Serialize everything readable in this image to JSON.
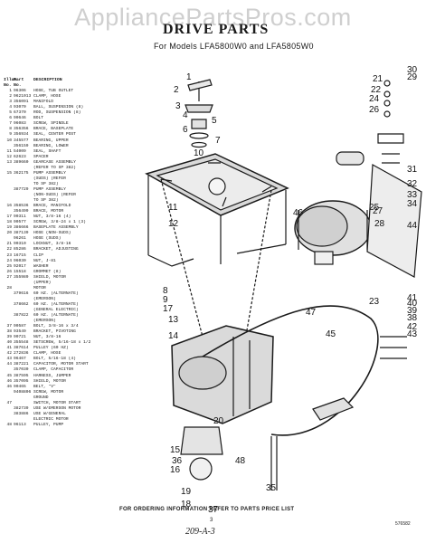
{
  "watermark": "AppliancePartsPros.com",
  "title": "DRIVE PARTS",
  "subtitle": "For Models LFA5800W0 and LFA5805W0",
  "table": {
    "header_no": "Illus. No.",
    "header_part": "Part No.",
    "header_desc": "DESCRIPTION",
    "rows": [
      {
        "no": "1",
        "part": "96306",
        "desc": "HOSE, TUB OUTLET"
      },
      {
        "no": "2",
        "part": "9621013",
        "desc": "CLAMP, HOSE"
      },
      {
        "no": "3",
        "part": "356091",
        "desc": "MANIFOLD"
      },
      {
        "no": "4",
        "part": "93070",
        "desc": "BALL, SUSPENSION (8)"
      },
      {
        "no": "5",
        "part": "67370",
        "desc": "ROD, SUSPENSION (8)"
      },
      {
        "no": "6",
        "part": "90646",
        "desc": "BOLT"
      },
      {
        "no": "7",
        "part": "96083",
        "desc": "SCREW, SPINDLE"
      },
      {
        "no": "8",
        "part": "356356",
        "desc": "BRACE, BASEPLATE"
      },
      {
        "no": "9",
        "part": "356934",
        "desc": "SEAL, CENTER POST"
      },
      {
        "no": "10",
        "part": "345577",
        "desc": "BEARING, UPPER"
      },
      {
        "no": "",
        "part": "356159",
        "desc": "BEARING, LOWER"
      },
      {
        "no": "11",
        "part": "54009",
        "desc": "SEAL, SHAFT"
      },
      {
        "no": "12",
        "part": "62623",
        "desc": "SPACER"
      },
      {
        "no": "13",
        "part": "389660",
        "desc": "GEARCASE ASSEMBLY"
      },
      {
        "no": "",
        "part": "",
        "desc": "(REFER TO SP 382)"
      },
      {
        "no": "15",
        "part": "362175",
        "desc": "PUMP ASSEMBLY"
      },
      {
        "no": "",
        "part": "",
        "desc": "(SUDS) (REFER"
      },
      {
        "no": "",
        "part": "",
        "desc": "TO SP 382)"
      },
      {
        "no": "",
        "part": "387729",
        "desc": "PUMP ASSEMBLY"
      },
      {
        "no": "",
        "part": "",
        "desc": "(NON-SUDS) (REFER"
      },
      {
        "no": "",
        "part": "",
        "desc": "TO SP 382)"
      },
      {
        "no": "16",
        "part": "358536",
        "desc": "BRACE, MANIFOLD"
      },
      {
        "no": "",
        "part": "356499",
        "desc": "BRACE, MOTOR"
      },
      {
        "no": "17",
        "part": "90311",
        "desc": "NUT, 3/8-16 (4)"
      },
      {
        "no": "18",
        "part": "90577",
        "desc": "SCREW, 3/8-24 x 1 (3)"
      },
      {
        "no": "19",
        "part": "386666",
        "desc": "BASEPLATE ASSEMBLY"
      },
      {
        "no": "20",
        "part": "387139",
        "desc": "HOSE (NON-SUDS)"
      },
      {
        "no": "",
        "part": "96261",
        "desc": "HOSE (SUDS)"
      },
      {
        "no": "21",
        "part": "90310",
        "desc": "LOCKNUT, 3/8-16"
      },
      {
        "no": "22",
        "part": "85286",
        "desc": "BRACKET, ADJUSTING"
      },
      {
        "no": "23",
        "part": "16715",
        "desc": "CLIP"
      },
      {
        "no": "24",
        "part": "96030",
        "desc": "NUT, J-81"
      },
      {
        "no": "25",
        "part": "92017",
        "desc": "WASHER"
      },
      {
        "no": "26",
        "part": "15518",
        "desc": "GROMMET (8)"
      },
      {
        "no": "27",
        "part": "355989",
        "desc": "SHIELD, MOTOR"
      },
      {
        "no": "",
        "part": "",
        "desc": "(UPPER)"
      },
      {
        "no": "28",
        "part": "",
        "desc": "MOTOR"
      },
      {
        "no": "",
        "part": "379616",
        "desc": "60 HZ. (ALTERNATE)"
      },
      {
        "no": "",
        "part": "",
        "desc": "(EMERSON)"
      },
      {
        "no": "",
        "part": "378662",
        "desc": "60 HZ. (ALTERNATE)"
      },
      {
        "no": "",
        "part": "",
        "desc": "(GENERAL ELECTRIC)"
      },
      {
        "no": "",
        "part": "387822",
        "desc": "60 HZ. (ALTERNATE)"
      },
      {
        "no": "",
        "part": "",
        "desc": "(EMERSON)"
      },
      {
        "no": "37",
        "part": "90587",
        "desc": "BOLT, 3/8-16 x 3/4"
      },
      {
        "no": "38",
        "part": "93549",
        "desc": "BRACKET, PIVOTING"
      },
      {
        "no": "39",
        "part": "90721",
        "desc": "NUT, 3/8-16"
      },
      {
        "no": "40",
        "part": "355548",
        "desc": "SETSCREW, 5/16-18 x 1/2"
      },
      {
        "no": "41",
        "part": "387614",
        "desc": "PULLEY (60 HZ)"
      },
      {
        "no": "42",
        "part": "272836",
        "desc": "CLAMP, HOSE"
      },
      {
        "no": "43",
        "part": "96467",
        "desc": "BOLT, 5/16-18 (4)"
      },
      {
        "no": "44",
        "part": "387221",
        "desc": "CAPACITOR, MOTOR START"
      },
      {
        "no": "",
        "part": "357030",
        "desc": "CLAMP, CAPACITOR"
      },
      {
        "no": "45",
        "part": "387595",
        "desc": "HARNESS, JUMPER"
      },
      {
        "no": "46",
        "part": "357095",
        "desc": "SHIELD, MOTOR"
      },
      {
        "no": "46",
        "part": "90465",
        "desc": "BELT, \"V\""
      },
      {
        "no": "",
        "part": "9408806",
        "desc": "SCREW, MOTOR"
      },
      {
        "no": "",
        "part": "",
        "desc": "GROUND"
      },
      {
        "no": "47",
        "part": "",
        "desc": "SWITCH, MOTOR START"
      },
      {
        "no": "",
        "part": "382739",
        "desc": "USE W/EMERSON MOTOR"
      },
      {
        "no": "",
        "part": "383886",
        "desc": "USE W/GENERAL"
      },
      {
        "no": "",
        "part": "",
        "desc": "ELECTRIC MOTOR"
      },
      {
        "no": "48",
        "part": "96113",
        "desc": "PULLEY, PUMP"
      }
    ]
  },
  "callouts": [
    "1",
    "2",
    "3",
    "4",
    "5",
    "6",
    "7",
    "8",
    "9",
    "10",
    "11",
    "12",
    "13",
    "14",
    "15",
    "16",
    "17",
    "18",
    "19",
    "20",
    "21",
    "22",
    "23",
    "24",
    "25",
    "26",
    "27",
    "28",
    "29",
    "30",
    "31",
    "32",
    "33",
    "34",
    "35",
    "36",
    "37",
    "38",
    "39",
    "40",
    "41",
    "42",
    "43",
    "44",
    "45",
    "46",
    "47",
    "48"
  ],
  "footer_note": "FOR ORDERING INFORMATION REFER TO PARTS PRICE LIST",
  "page_number": "3",
  "handwritten_note": "209-A-3",
  "doc_code": "576582"
}
